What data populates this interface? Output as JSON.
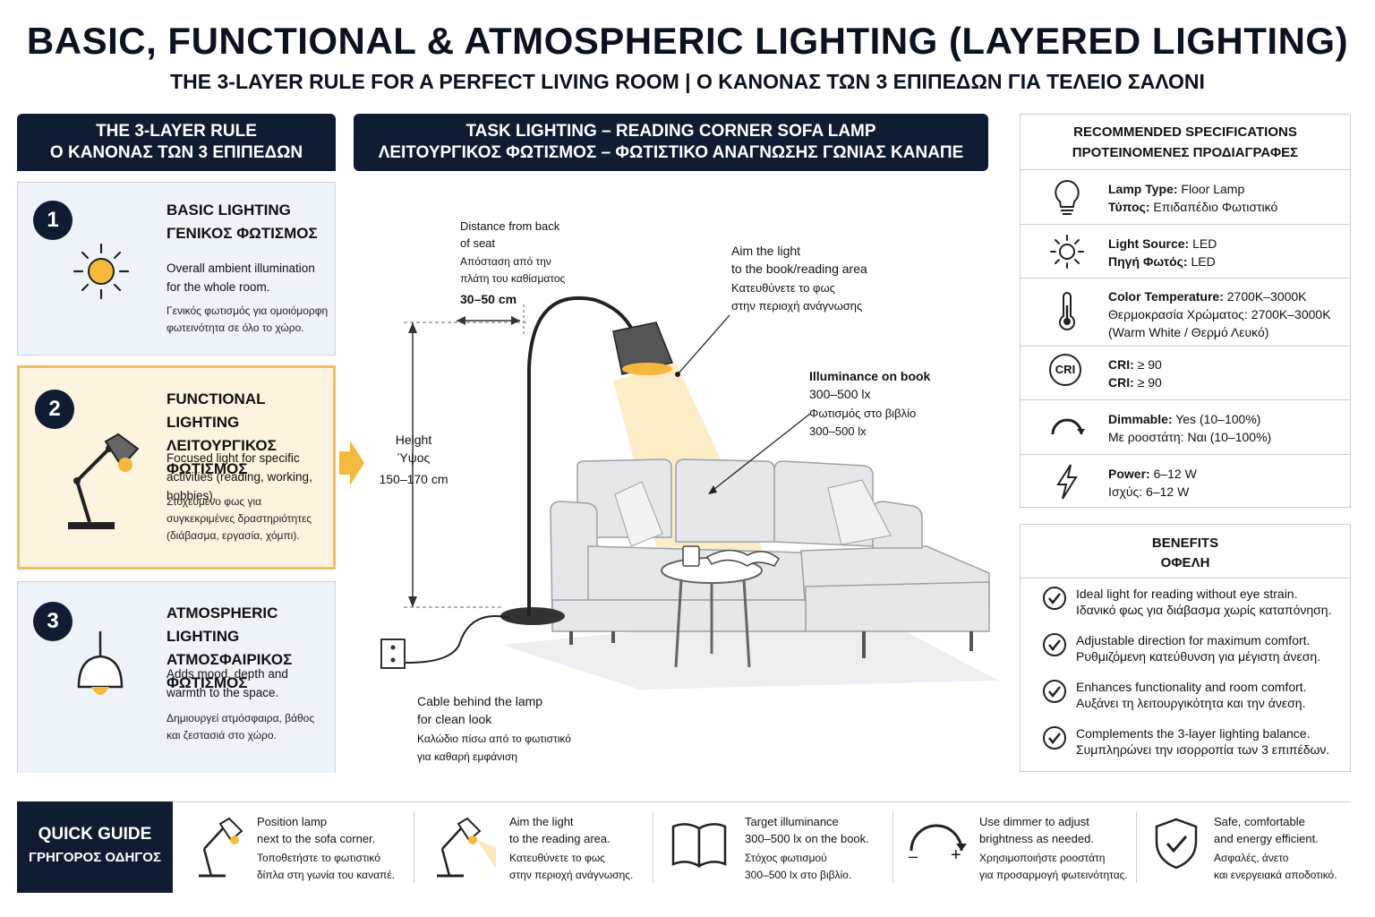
{
  "title": "BASIC, FUNCTIONAL & ATMOSPHERIC LIGHTING (LAYERED LIGHTING)",
  "subtitle": "THE 3-LAYER RULE FOR A PERFECT LIVING ROOM  |  Ο ΚΑΝΟΝΑΣ ΤΩΝ 3 ΕΠΙΠΕΔΩΝ ΓΙΑ ΤΕΛΕΙΟ ΣΑΛΟΝΙ",
  "rule_panel": {
    "header_en": "THE 3-LAYER RULE",
    "header_gr": "Ο ΚΑΝΟΝΑΣ ΤΩΝ 3 ΕΠΙΠΕΔΩΝ",
    "layers": [
      {
        "num": "1",
        "title_en": "BASIC LIGHTING",
        "title_gr": "ΓΕΝΙΚΟΣ ΦΩΤΙΣΜΟΣ",
        "desc_en": "Overall ambient illumination for the whole room.",
        "desc_gr": "Γενικός φωτισμός για ομοιόμορφη φωτεινότητα σε όλο το χώρο.",
        "icon": "sun-icon"
      },
      {
        "num": "2",
        "title_en": "FUNCTIONAL LIGHTING",
        "title_gr": "ΛΕΙΤΟΥΡΓΙΚΟΣ ΦΩΤΙΣΜΟΣ",
        "desc_en": "Focused light for specific activities (reading, working, hobbies).",
        "desc_gr": "Στοχευμένο φως για συγκεκριμένες δραστηριότητες (διάβασμα, εργασία, χόμπι).",
        "icon": "desk-lamp-icon"
      },
      {
        "num": "3",
        "title_en": "ATMOSPHERIC LIGHTING",
        "title_gr": "ΑΤΜΟΣΦΑΙΡΙΚΟΣ ΦΩΤΙΣΜΟΣ",
        "desc_en": "Adds mood, depth and warmth to the space.",
        "desc_gr": "Δημιουργεί ατμόσφαιρα, βάθος και ζεστασιά στο χώρο.",
        "icon": "pendant-lamp-icon"
      }
    ]
  },
  "diagram": {
    "header_en": "TASK LIGHTING – READING CORNER SOFA LAMP",
    "header_gr": "ΛΕΙΤΟΥΡΓΙΚΟΣ ΦΩΤΙΣΜΟΣ – ΦΩΤΙΣΤΙΚΟ ΑΝΑΓΝΩΣΗΣ ΓΩΝΙΑΣ ΚΑΝΑΠΕ",
    "distance": {
      "en1": "Distance from back",
      "en2": "of seat",
      "gr1": "Απόσταση από την",
      "gr2": "πλάτη του καθίσματος",
      "value": "30–50 cm"
    },
    "aim": {
      "en1": "Aim the light",
      "en2": "to the book/reading area",
      "gr1": "Κατευθύνετε το φως",
      "gr2": "στην περιοχή ανάγνωσης"
    },
    "illuminance": {
      "en": "Illuminance on book",
      "value": "300–500 lx",
      "gr": "Φωτισμός στο βιβλίο",
      "value_gr": "300–500 lx"
    },
    "height": {
      "en": "Height",
      "gr": "Ύψος",
      "value": "150–170 cm"
    },
    "cable": {
      "en1": "Cable behind the lamp",
      "en2": "for clean look",
      "gr1": "Καλώδιο πίσω από το φωτιστικό",
      "gr2": "για καθαρή εμφάνιση"
    }
  },
  "specs": {
    "header_en": "RECOMMENDED SPECIFICATIONS",
    "header_gr": "ΠΡΟΤΕΙΝΟΜΕΝΕΣ ΠΡΟΔΙΑΓΡΑΦΕΣ",
    "rows": [
      {
        "icon": "bulb-icon",
        "l1_key": "Lamp Type:",
        "l1_val": " Floor Lamp",
        "l2_key": "Τύπος:",
        "l2_val": " Επιδαπέδιο Φωτιστικό",
        "l3": ""
      },
      {
        "icon": "sun-icon",
        "l1_key": "Light Source:",
        "l1_val": " LED",
        "l2_key": "Πηγή Φωτός:",
        "l2_val": " LED",
        "l3": ""
      },
      {
        "icon": "thermometer-icon",
        "l1_key": "Color Temperature:",
        "l1_val": " 2700K–3000K",
        "l2_key": "",
        "l2_val": "Θερμοκρασία Χρώματος: 2700K–3000K",
        "l3": "(Warm White / Θερμό Λευκό)"
      },
      {
        "icon": "cri-icon",
        "l1_key": "CRI:",
        "l1_val": " ≥ 90",
        "l2_key": "CRI:",
        "l2_val": " ≥ 90",
        "l3": ""
      },
      {
        "icon": "dimmer-icon",
        "l1_key": "Dimmable:",
        "l1_val": " Yes (10–100%)",
        "l2_key": "",
        "l2_val": "Με ροοστάτη: Ναι (10–100%)",
        "l3": ""
      },
      {
        "icon": "lightning-icon",
        "l1_key": "Power:",
        "l1_val": " 6–12 W",
        "l2_key": "",
        "l2_val": "Ισχύς: 6–12 W",
        "l3": ""
      }
    ],
    "cri_label": "CRI"
  },
  "benefits": {
    "header_en": "BENEFITS",
    "header_gr": "ΟΦΕΛΗ",
    "items": [
      {
        "en": "Ideal light for reading without eye strain.",
        "gr": "Ιδανικό φως για διάβασμα χωρίς καταπόνηση."
      },
      {
        "en": "Adjustable direction for maximum comfort.",
        "gr": "Ρυθμιζόμενη κατεύθυνση για μέγιστη άνεση."
      },
      {
        "en": "Enhances functionality and room comfort.",
        "gr": "Αυξάνει τη λειτουργικότητα και την άνεση."
      },
      {
        "en": "Complements the 3-layer lighting balance.",
        "gr": "Συμπληρώνει την ισορροπία των 3 επιπέδων."
      }
    ]
  },
  "quick_guide": {
    "label_en": "QUICK GUIDE",
    "label_gr": "ΓΡΗΓΟΡΟΣ ΟΔΗΓΟΣ",
    "items": [
      {
        "icon": "desk-lamp-icon",
        "en1": "Position lamp",
        "en2": "next to the sofa corner.",
        "gr1": "Τοποθετήστε το φωτιστικό",
        "gr2": "δίπλα στη γωνία του καναπέ."
      },
      {
        "icon": "desk-lamp-icon",
        "en1": "Aim the light",
        "en2": "to the reading area.",
        "gr1": "Κατευθύνετε το φως",
        "gr2": "στην περιοχή ανάγνωσης."
      },
      {
        "icon": "book-icon",
        "en1": "Target illuminance",
        "en2": "300–500 lx on the book.",
        "gr1": "Στόχος φωτισμού",
        "gr2": "300–500 lx στο βιβλίο."
      },
      {
        "icon": "dimmer-icon",
        "en1": "Use dimmer to adjust",
        "en2": "brightness as needed.",
        "gr1": "Χρησιμοποιήστε ροοστάτη",
        "gr2": "για προσαρμογή φωτεινότητας."
      },
      {
        "icon": "shield-check-icon",
        "en1": "Safe, comfortable",
        "en2": "and energy efficient.",
        "gr1": "Ασφαλές, άνετο",
        "gr2": "και ενεργειακά αποδοτικό."
      }
    ],
    "minus": "–",
    "plus": "+"
  },
  "colors": {
    "navy": "#0f1c33",
    "accent": "#f6b93b",
    "highlight_bg": "#fdf4df",
    "card_bg": "#eef2f9"
  }
}
